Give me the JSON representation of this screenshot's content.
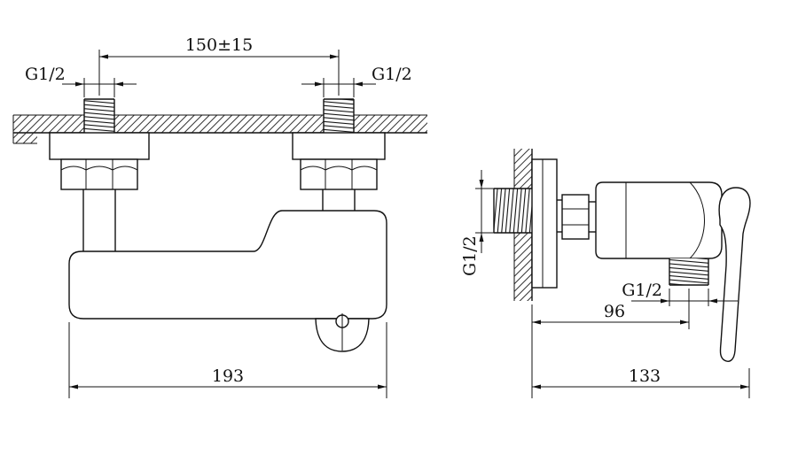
{
  "colors": {
    "ink": "#111111",
    "background": "#ffffff"
  },
  "front_view": {
    "dim_center_distance": "150±15",
    "inlet_left_thread": "G1/2",
    "inlet_right_thread": "G1/2",
    "dim_overall_width": "193"
  },
  "side_view": {
    "inlet_thread": "G1/2",
    "outlet_thread": "G1/2",
    "dim_wall_to_outlet": "96",
    "dim_overall_depth": "133"
  }
}
